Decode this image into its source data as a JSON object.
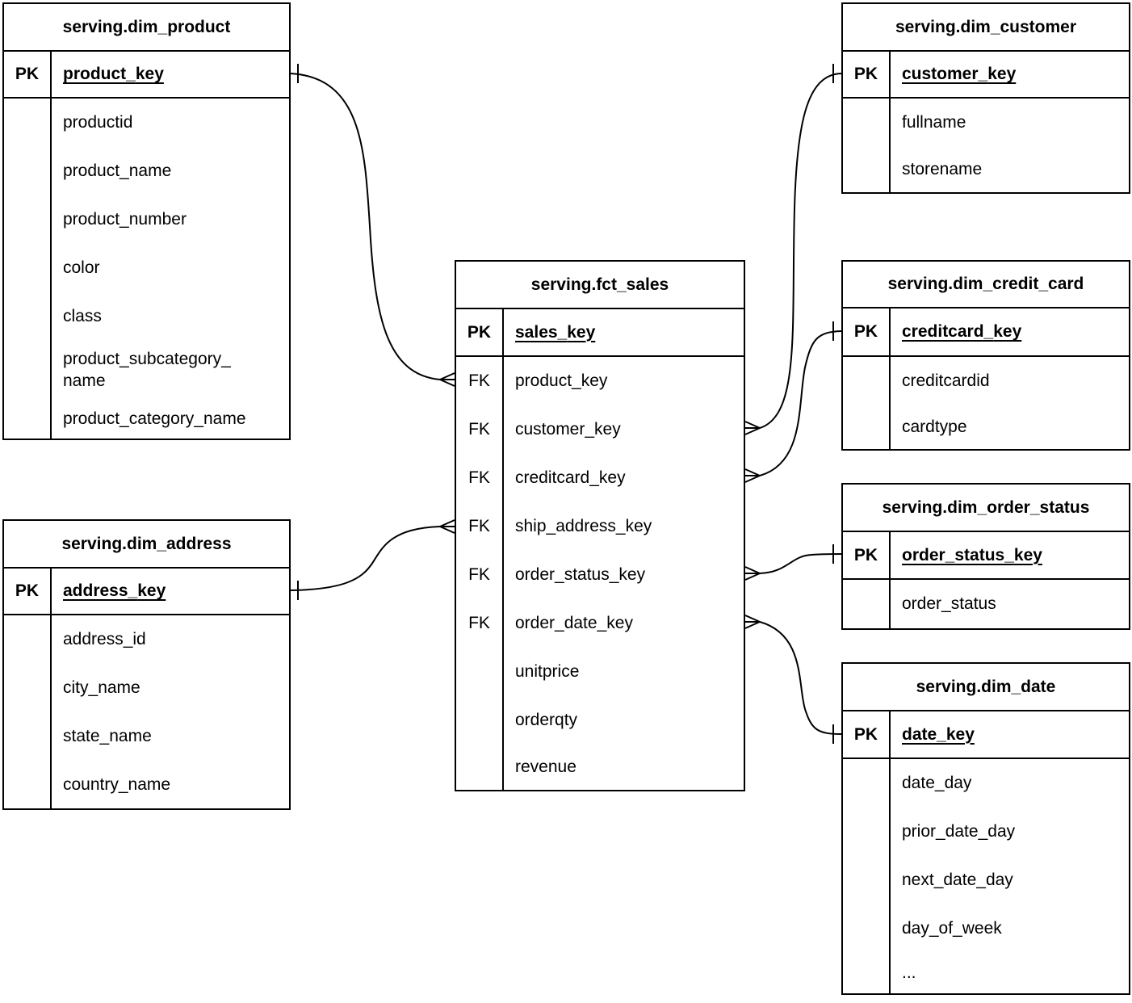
{
  "diagram": {
    "type": "entity-relationship-diagram",
    "notation": "crow-foot",
    "background_color": "#ffffff",
    "line_color": "#000000",
    "text_color": "#000000"
  },
  "entities": [
    {
      "id": "dim_product",
      "title": "serving.dim_product",
      "primary_key": {
        "label": "PK",
        "name": "product_key"
      },
      "fields": [
        {
          "key_label": "",
          "name": "productid"
        },
        {
          "key_label": "",
          "name": "product_name"
        },
        {
          "key_label": "",
          "name": "product_number"
        },
        {
          "key_label": "",
          "name": "color"
        },
        {
          "key_label": "",
          "name": "class"
        },
        {
          "key_label": "",
          "name": "product_subcategory_name"
        },
        {
          "key_label": "",
          "name": "product_category_name"
        }
      ]
    },
    {
      "id": "dim_customer",
      "title": "serving.dim_customer",
      "primary_key": {
        "label": "PK",
        "name": "customer_key"
      },
      "fields": [
        {
          "key_label": "",
          "name": "fullname"
        },
        {
          "key_label": "",
          "name": "storename"
        }
      ]
    },
    {
      "id": "fct_sales",
      "title": "serving.fct_sales",
      "primary_key": {
        "label": "PK",
        "name": "sales_key"
      },
      "fields": [
        {
          "key_label": "FK",
          "name": "product_key"
        },
        {
          "key_label": "FK",
          "name": "customer_key"
        },
        {
          "key_label": "FK",
          "name": "creditcard_key"
        },
        {
          "key_label": "FK",
          "name": "ship_address_key"
        },
        {
          "key_label": "FK",
          "name": "order_status_key"
        },
        {
          "key_label": "FK",
          "name": "order_date_key"
        },
        {
          "key_label": "",
          "name": "unitprice"
        },
        {
          "key_label": "",
          "name": "orderqty"
        },
        {
          "key_label": "",
          "name": "revenue"
        }
      ]
    },
    {
      "id": "dim_credit_card",
      "title": "serving.dim_credit_card",
      "primary_key": {
        "label": "PK",
        "name": "creditcard_key"
      },
      "fields": [
        {
          "key_label": "",
          "name": "creditcardid"
        },
        {
          "key_label": "",
          "name": "cardtype"
        }
      ]
    },
    {
      "id": "dim_order_status",
      "title": "serving.dim_order_status",
      "primary_key": {
        "label": "PK",
        "name": "order_status_key"
      },
      "fields": [
        {
          "key_label": "",
          "name": "order_status"
        }
      ]
    },
    {
      "id": "dim_address",
      "title": "serving.dim_address",
      "primary_key": {
        "label": "PK",
        "name": "address_key"
      },
      "fields": [
        {
          "key_label": "",
          "name": "address_id"
        },
        {
          "key_label": "",
          "name": "city_name"
        },
        {
          "key_label": "",
          "name": "state_name"
        },
        {
          "key_label": "",
          "name": "country_name"
        }
      ]
    },
    {
      "id": "dim_date",
      "title": "serving.dim_date",
      "primary_key": {
        "label": "PK",
        "name": "date_key"
      },
      "fields": [
        {
          "key_label": "",
          "name": "date_day"
        },
        {
          "key_label": "",
          "name": "prior_date_day"
        },
        {
          "key_label": "",
          "name": "next_date_day"
        },
        {
          "key_label": "",
          "name": "day_of_week"
        },
        {
          "key_label": "",
          "name": "..."
        }
      ]
    }
  ],
  "relationships": [
    {
      "id": "product-sales",
      "one_side": {
        "entity": "serving.dim_product",
        "field": "product_key"
      },
      "many_side": {
        "entity": "serving.fct_sales",
        "field": "product_key"
      }
    },
    {
      "id": "customer-sales",
      "one_side": {
        "entity": "serving.dim_customer",
        "field": "customer_key"
      },
      "many_side": {
        "entity": "serving.fct_sales",
        "field": "customer_key"
      }
    },
    {
      "id": "creditcard-sales",
      "one_side": {
        "entity": "serving.dim_credit_card",
        "field": "creditcard_key"
      },
      "many_side": {
        "entity": "serving.fct_sales",
        "field": "creditcard_key"
      }
    },
    {
      "id": "address-sales",
      "one_side": {
        "entity": "serving.dim_address",
        "field": "address_key"
      },
      "many_side": {
        "entity": "serving.fct_sales",
        "field": "ship_address_key"
      }
    },
    {
      "id": "orderstatus-sales",
      "one_side": {
        "entity": "serving.dim_order_status",
        "field": "order_status_key"
      },
      "many_side": {
        "entity": "serving.fct_sales",
        "field": "order_status_key"
      }
    },
    {
      "id": "date-sales",
      "one_side": {
        "entity": "serving.dim_date",
        "field": "date_key"
      },
      "many_side": {
        "entity": "serving.fct_sales",
        "field": "order_date_key"
      }
    }
  ]
}
